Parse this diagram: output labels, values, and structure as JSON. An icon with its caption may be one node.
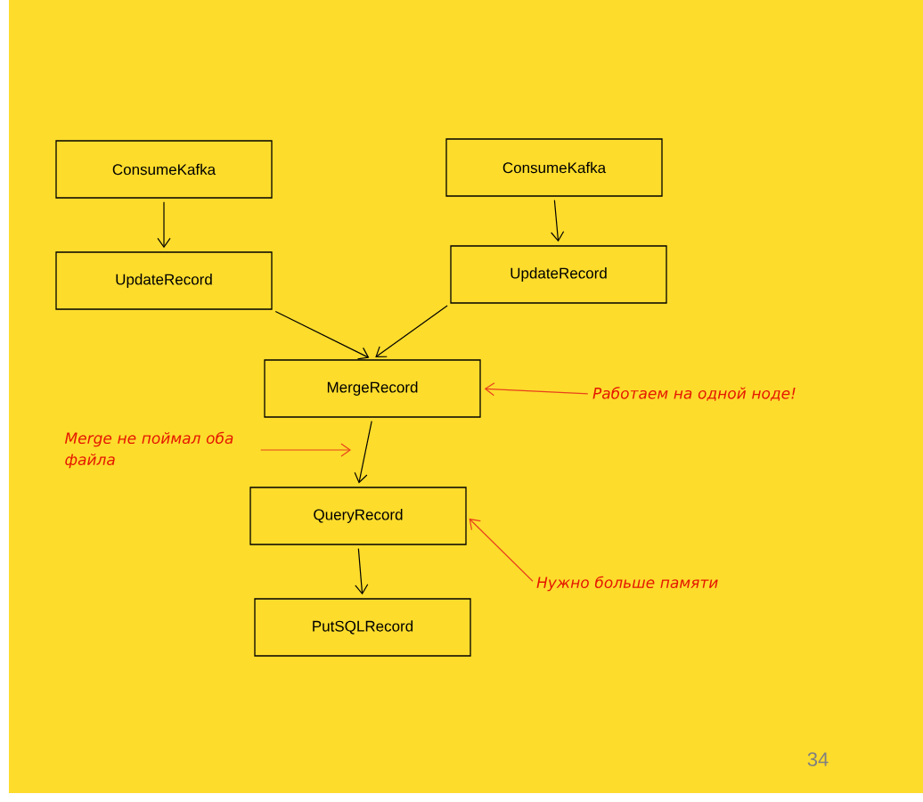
{
  "diagram": {
    "nodes": [
      {
        "text": [
          "ConsumeKafka"
        ]
      },
      {
        "text": [
          "ConsumeKafka"
        ]
      },
      {
        "text": [
          "UpdateRecord"
        ]
      },
      {
        "text": [
          "UpdateRecord"
        ]
      },
      {
        "text": [
          "MergeRecord"
        ]
      },
      {
        "text": [
          "QueryRecord"
        ]
      },
      {
        "text": [
          "PutSQLRecord"
        ]
      },
      {
        "text": [
          "Работаем на одной ноде!"
        ]
      },
      {
        "text": [
          "Merge не поймал оба файла"
        ]
      },
      {
        "text": [
          "Нужно больше памяти"
        ]
      }
    ],
    "edges": [
      {
        "from": 0,
        "to": 2,
        "arrow": "to"
      },
      {
        "from": 1,
        "to": 3,
        "arrow": "to"
      },
      {
        "from": 2,
        "to": 4,
        "arrow": "to"
      },
      {
        "from": 3,
        "to": 4,
        "arrow": "to"
      },
      {
        "from": 4,
        "to": 5,
        "arrow": "to"
      },
      {
        "from": 5,
        "to": 6,
        "arrow": "to"
      },
      {
        "from": 7,
        "to": 4,
        "arrow": "to",
        "color": "#e8401c"
      },
      {
        "from": 8,
        "to": null,
        "arrow": "to",
        "color": "#e8401c"
      },
      {
        "from": 9,
        "to": 5,
        "arrow": "to",
        "color": "#e8401c"
      }
    ],
    "labels": [
      "34"
    ]
  }
}
